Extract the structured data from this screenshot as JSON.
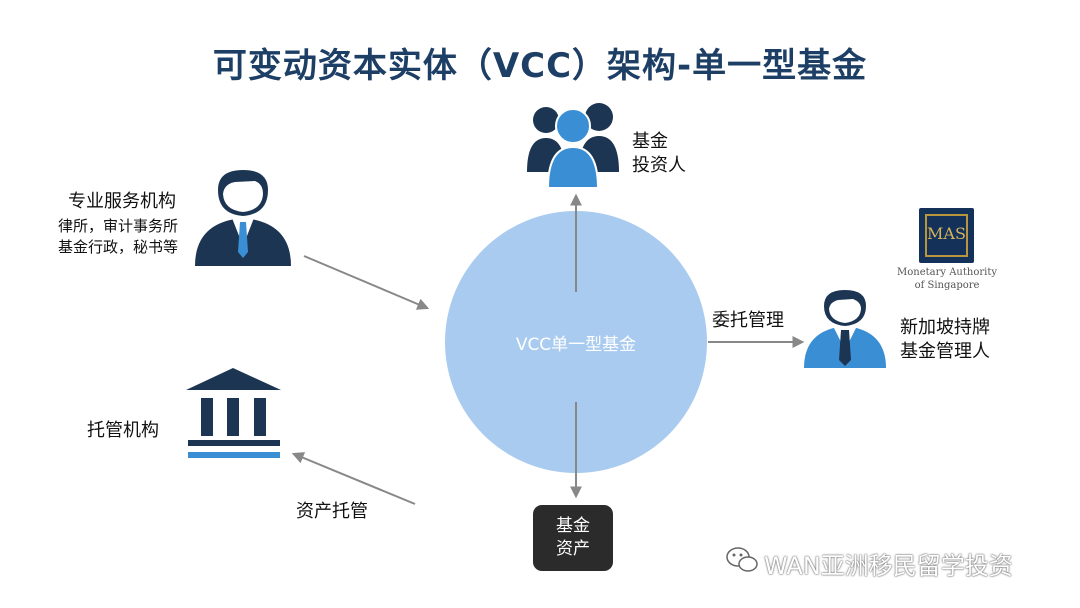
{
  "title": "可变动资本实体（VCC）架构-单一型基金",
  "center": {
    "label": "VCC单一型基金"
  },
  "investors": {
    "line1": "基金",
    "line2": "投资人"
  },
  "service_providers": {
    "title": "专业服务机构",
    "line1": "律所，审计事务所",
    "line2": "基金行政，秘书等"
  },
  "custodian": {
    "label": "托管机构"
  },
  "asset_custody": {
    "label": "资产托管"
  },
  "delegation": {
    "label": "委托管理"
  },
  "fund_manager": {
    "line1": "新加坡持牌",
    "line2": "基金管理人"
  },
  "fund_assets": {
    "line1": "基金",
    "line2": "资产"
  },
  "mas": {
    "logo_text": "MAS",
    "caption_line1": "Monetary Authority",
    "caption_line2": "of Singapore"
  },
  "watermark": "WAN亚洲移民留学投资",
  "colors": {
    "title": "#1d3f66",
    "circle": "#a9cbef",
    "navy": "#1c3552",
    "accent_blue": "#3a8fd4",
    "arrow": "#888888"
  }
}
